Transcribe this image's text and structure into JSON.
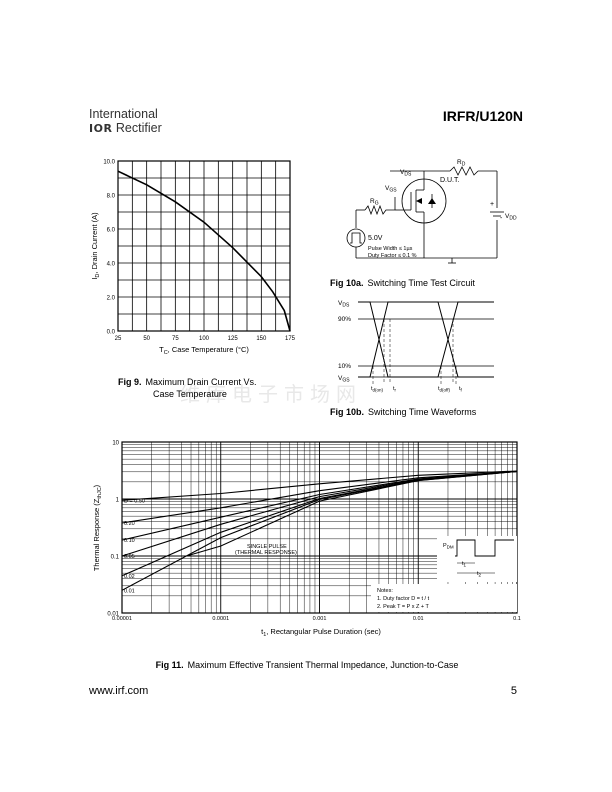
{
  "header": {
    "logo_line1": "International",
    "logo_ior": "IOR",
    "logo_line2": "Rectifier",
    "part_number": "IRFR/U120N"
  },
  "watermark": "维库电子市场网",
  "fig9": {
    "caption_bold": "Fig 9.",
    "caption_line1": "Maximum Drain Current Vs.",
    "caption_line2": "Case Temperature",
    "ylabel_main": "I",
    "ylabel_sub": "D",
    "ylabel_rest": ", Drain Current (A)",
    "xlabel_main": "T",
    "xlabel_sub": "C",
    "xlabel_rest": ", Case Temperature  (°C)",
    "yticks": [
      "0.0",
      "2.0",
      "4.0",
      "6.0",
      "8.0",
      "10.0"
    ],
    "xticks": [
      "25",
      "50",
      "75",
      "100",
      "125",
      "150",
      "175"
    ]
  },
  "chart_data": [
    {
      "type": "line",
      "title": "",
      "xlabel": "TC, Case Temperature (°C)",
      "ylabel": "ID, Drain Current (A)",
      "xlim": [
        25,
        175
      ],
      "ylim": [
        0,
        10
      ],
      "grid": true,
      "series": [
        {
          "x": [
            25,
            50,
            75,
            100,
            125,
            150,
            160,
            170,
            175
          ],
          "values": [
            9.4,
            8.6,
            7.6,
            6.4,
            4.9,
            3.2,
            2.3,
            1.2,
            0
          ]
        }
      ]
    },
    {
      "type": "line",
      "title": "",
      "xlabel": "t1, Rectangular Pulse Duration (sec)",
      "ylabel": "Thermal Response (ZthJC)",
      "log_x": true,
      "log_y": true,
      "xlim": [
        1e-05,
        0.1
      ],
      "ylim": [
        0.01,
        10
      ],
      "grid": true,
      "series": [
        {
          "name": "D = 0.50",
          "x": [
            1e-05,
            0.0001,
            0.001,
            0.01,
            0.1
          ],
          "values": [
            0.95,
            1.25,
            1.85,
            2.6,
            3.1
          ]
        },
        {
          "name": "0.20",
          "x": [
            1e-05,
            0.0001,
            0.001,
            0.01,
            0.1
          ],
          "values": [
            0.38,
            0.7,
            1.4,
            2.35,
            3.05
          ]
        },
        {
          "name": "0.10",
          "x": [
            1e-05,
            0.0001,
            0.001,
            0.01,
            0.1
          ],
          "values": [
            0.19,
            0.48,
            1.2,
            2.25,
            3.05
          ]
        },
        {
          "name": "0.05",
          "x": [
            1e-05,
            0.0001,
            0.001,
            0.01,
            0.1
          ],
          "values": [
            0.1,
            0.36,
            1.1,
            2.2,
            3.05
          ]
        },
        {
          "name": "0.02",
          "x": [
            1e-05,
            0.0001,
            0.001,
            0.01,
            0.1
          ],
          "values": [
            0.045,
            0.26,
            1.02,
            2.15,
            3.05
          ]
        },
        {
          "name": "0.01",
          "x": [
            1e-05,
            0.0001,
            0.001,
            0.01,
            0.1
          ],
          "values": [
            0.025,
            0.21,
            0.98,
            2.12,
            3.05
          ]
        },
        {
          "name": "SINGLE PULSE (THERMAL RESPONSE)",
          "x": [
            1e-05,
            0.0001,
            0.001,
            0.01,
            0.1
          ],
          "values": [
            0.0,
            0.15,
            0.92,
            2.1,
            3.05
          ]
        }
      ]
    }
  ],
  "fig10a": {
    "caption_bold": "Fig 10a.",
    "caption_text": "Switching Time Test Circuit",
    "vds": "V",
    "vds_sub": "DS",
    "rd": "R",
    "rd_sub": "D",
    "vgs": "V",
    "vgs_sub": "GS",
    "rg": "R",
    "rg_sub": "G",
    "dut": "D.U.T.",
    "vdd_plus": "+",
    "vdd_minus": "-",
    "vdd": "V",
    "vdd_sub": "DD",
    "source_v": "5.0V",
    "pulse_width": "Pulse Width ≤  1µs",
    "duty_factor": "Duty Factor ≤  0.1 %"
  },
  "fig10b": {
    "caption_bold": "Fig 10b.",
    "caption_text": "Switching Time Waveforms",
    "vds": "V",
    "vds_sub": "DS",
    "p90": "90%",
    "p10": "10%",
    "vgs": "V",
    "vgs_sub": "GS",
    "tdon": "t",
    "tdon_sub": "d(on)",
    "tr": "t",
    "tr_sub": "r",
    "tdoff": "t",
    "tdoff_sub": "d(off)",
    "tf": "t",
    "tf_sub": "f"
  },
  "fig11": {
    "caption_bold": "Fig 11.",
    "caption_text": "Maximum Effective Transient Thermal Impedance, Junction-to-Case",
    "ylabel_main": "Thermal Response (Z",
    "ylabel_sub": "thJC",
    "ylabel_end": ")",
    "xlabel_main": "t",
    "xlabel_sub": "1",
    "xlabel_rest": ", Rectangular Pulse Duration (sec)",
    "xticks": [
      "0.00001",
      "0.0001",
      "0.001",
      "0.01",
      "0.1"
    ],
    "yticks": [
      "0.01",
      "0.1",
      "1",
      "10"
    ],
    "single_pulse_line1": "SINGLE PULSE",
    "single_pulse_line2": "(THERMAL RESPONSE)",
    "pdm": "P",
    "pdm_sub": "DM",
    "t1": "t",
    "t1_sub": "1",
    "t2": "t",
    "t2_sub": "2",
    "notes_title": "Notes:",
    "note1": "1. Duty factor D =   t  / t",
    "note2": "2. Peak T  = P   x  Z      + T"
  },
  "footer": {
    "url": "www.irf.com",
    "page": "5"
  }
}
